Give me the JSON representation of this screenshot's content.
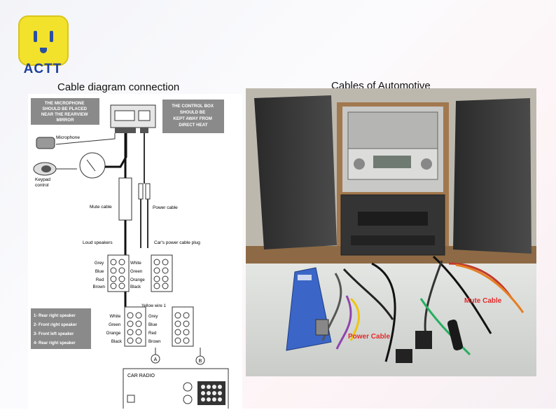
{
  "logo": {
    "brand": "ACTT"
  },
  "captions": {
    "left": "Cable  diagram connection",
    "right": "Cables of Automotive"
  },
  "diagram": {
    "note_microphone": [
      "THE MICROPHONE",
      "SHOULD BE PLACED",
      "NEAR THE REARVIEW",
      "MIRROR"
    ],
    "note_control_box": [
      "THE CONTROL BOX",
      "SHOULD BE",
      "KEPT AWAY FROM",
      "DIRECT HEAT"
    ],
    "microphone": "Microphone",
    "keypad": [
      "Keypad",
      "control"
    ],
    "mute_cable": "Mute cable",
    "power_cable": "Power cable",
    "loud_speakers": "Loud speakers",
    "power_plug": "Car's power cable plug",
    "left_wires": [
      "Grey",
      "Blue",
      "Red",
      "Brown"
    ],
    "right_wires": [
      "White",
      "Green",
      "Orange",
      "Black"
    ],
    "yellow_wire": "Yellow wire 1",
    "legend": [
      "1- Rear right speaker",
      "2- Front right speaker",
      "3- Front left speaker",
      "4- Rear right speaker"
    ],
    "lower_left_wires": [
      "White",
      "Green",
      "Orange",
      "Black"
    ],
    "lower_right_wires": [
      "Grey",
      "Blue",
      "Red",
      "Brown"
    ],
    "marker_a": "A",
    "marker_b": "B",
    "car_radio": "CAR RADIO"
  },
  "photo": {
    "label_power": "Power Cable",
    "label_mute": "Mute Cable"
  }
}
